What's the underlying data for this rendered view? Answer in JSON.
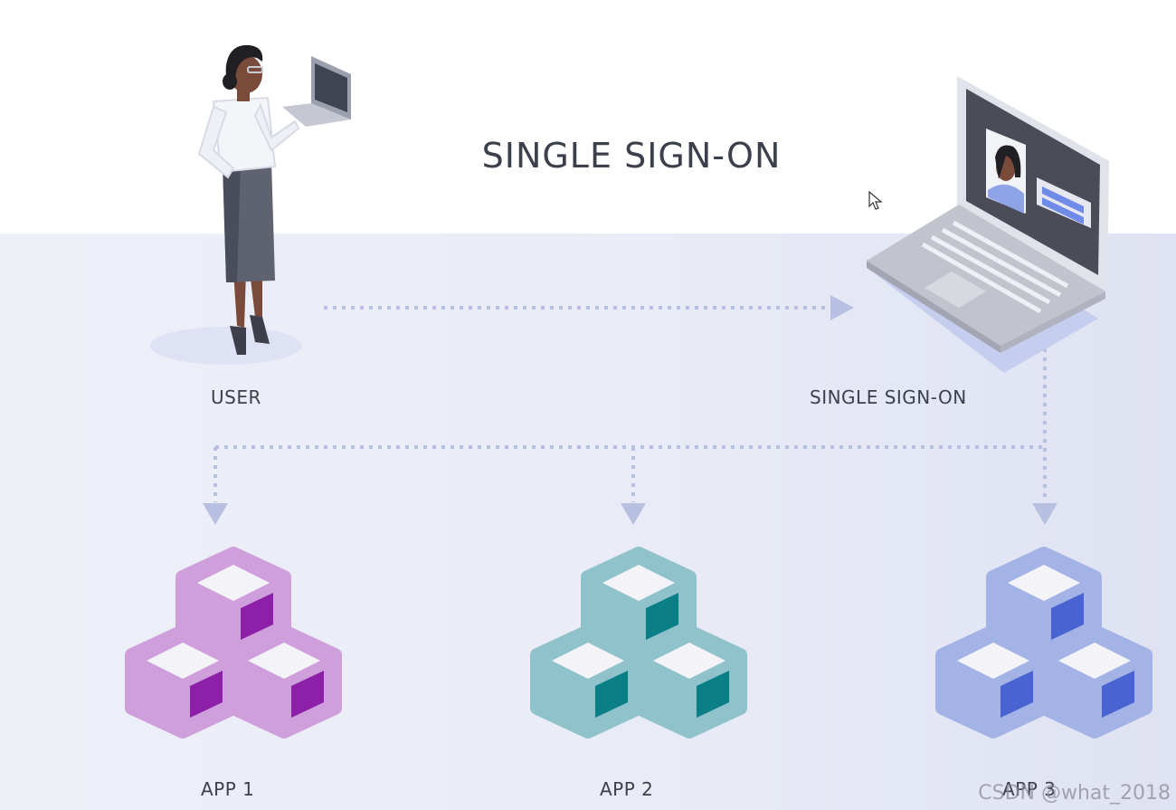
{
  "title": "SINGLE SIGN-ON",
  "nodes": {
    "user": "USER",
    "sso": "SINGLE SIGN-ON",
    "app1": "APP 1",
    "app2": "APP 2",
    "app3": "APP 3"
  },
  "watermark": "CSDN @what_2018",
  "colors": {
    "app1_light": "#cf9fdb",
    "app1_dark": "#8e1fa8",
    "app2_light": "#8fc2cb",
    "app2_dark": "#0a7f86",
    "app3_light": "#a3b3e6",
    "app3_dark": "#4a63d2",
    "connector": "#b7c0e0",
    "text": "#3c3f4c"
  },
  "icons": [
    "user-figure-icon",
    "laptop-sso-icon",
    "app-cubes-icon",
    "cursor-icon"
  ]
}
